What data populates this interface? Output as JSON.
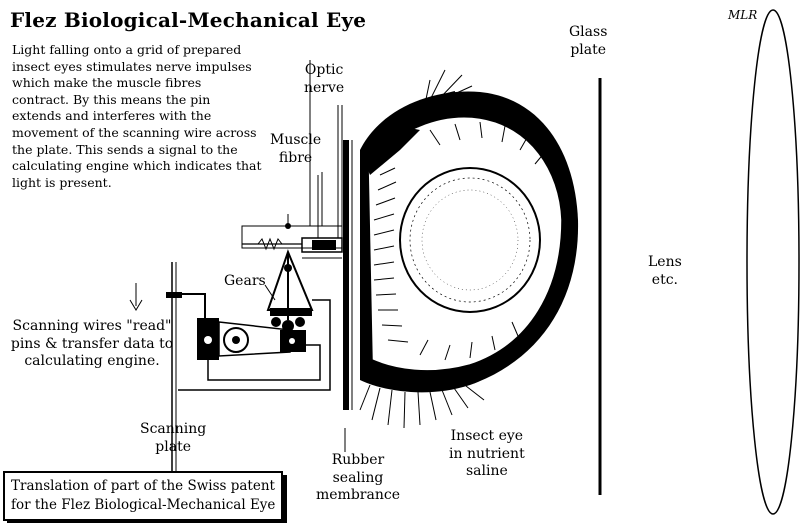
{
  "title": "Flez Biological-Mechanical Eye",
  "description": "Light falling onto a grid of prepared insect eyes stimulates nerve impulses which make the muscle fibres contract. By this means the pin extends and interferes with the movement of the scanning wire across the plate. This sends a signal to the calculating engine which indicates that light is present.",
  "labels": {
    "optic_nerve": [
      "Optic",
      "nerve"
    ],
    "muscle_fibre": [
      "Muscle",
      "fibre"
    ],
    "glass_plate": [
      "Glass",
      "plate"
    ],
    "gears": "Gears",
    "scanning_wires": [
      "Scanning wires \"read\"",
      "pins & transfer data to",
      "calculating engine."
    ],
    "scanning_plate": [
      "Scanning",
      "plate"
    ],
    "rubber_membrane": [
      "Rubber",
      "sealing",
      "membrance"
    ],
    "insect_eye": [
      "Insect eye",
      "in nutrient",
      "saline"
    ],
    "lens": [
      "Lens",
      "etc."
    ],
    "signature": "MLR"
  },
  "caption": [
    "Translation of part of the Swiss patent",
    "for the Flez Biological-Mechanical Eye"
  ]
}
